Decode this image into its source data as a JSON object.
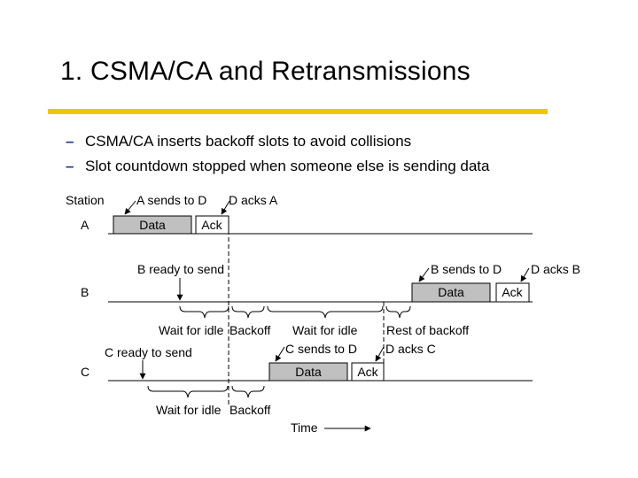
{
  "slide": {
    "title": "1. CSMA/CA and Retransmissions",
    "bullets": [
      "CSMA/CA inserts backoff slots to avoid collisions",
      "Slot countdown stopped when someone else is sending data"
    ],
    "bullet_marker": "–",
    "accent_color": "#f2c500"
  },
  "diagram": {
    "station_header": "Station",
    "stations": [
      "A",
      "B",
      "C"
    ],
    "box_labels": {
      "data": "Data",
      "ack": "Ack"
    },
    "annotations": {
      "a_sends_to_d": "A sends to D",
      "d_acks_a": "D acks A",
      "b_ready": "B ready to send",
      "b_sends_to_d": "B sends to D",
      "d_acks_b": "D acks B",
      "c_ready": "C ready to send",
      "c_sends_to_d": "C sends to D",
      "d_acks_c": "D acks C",
      "b_wait_idle": "Wait for idle",
      "b_backoff": "Backoff",
      "b_wait_idle_2": "Wait for idle",
      "b_rest_backoff": "Rest of backoff",
      "c_wait_idle": "Wait for idle",
      "c_backoff": "Backoff"
    },
    "time_label": "Time",
    "data_fill": "#c0c0c0"
  }
}
